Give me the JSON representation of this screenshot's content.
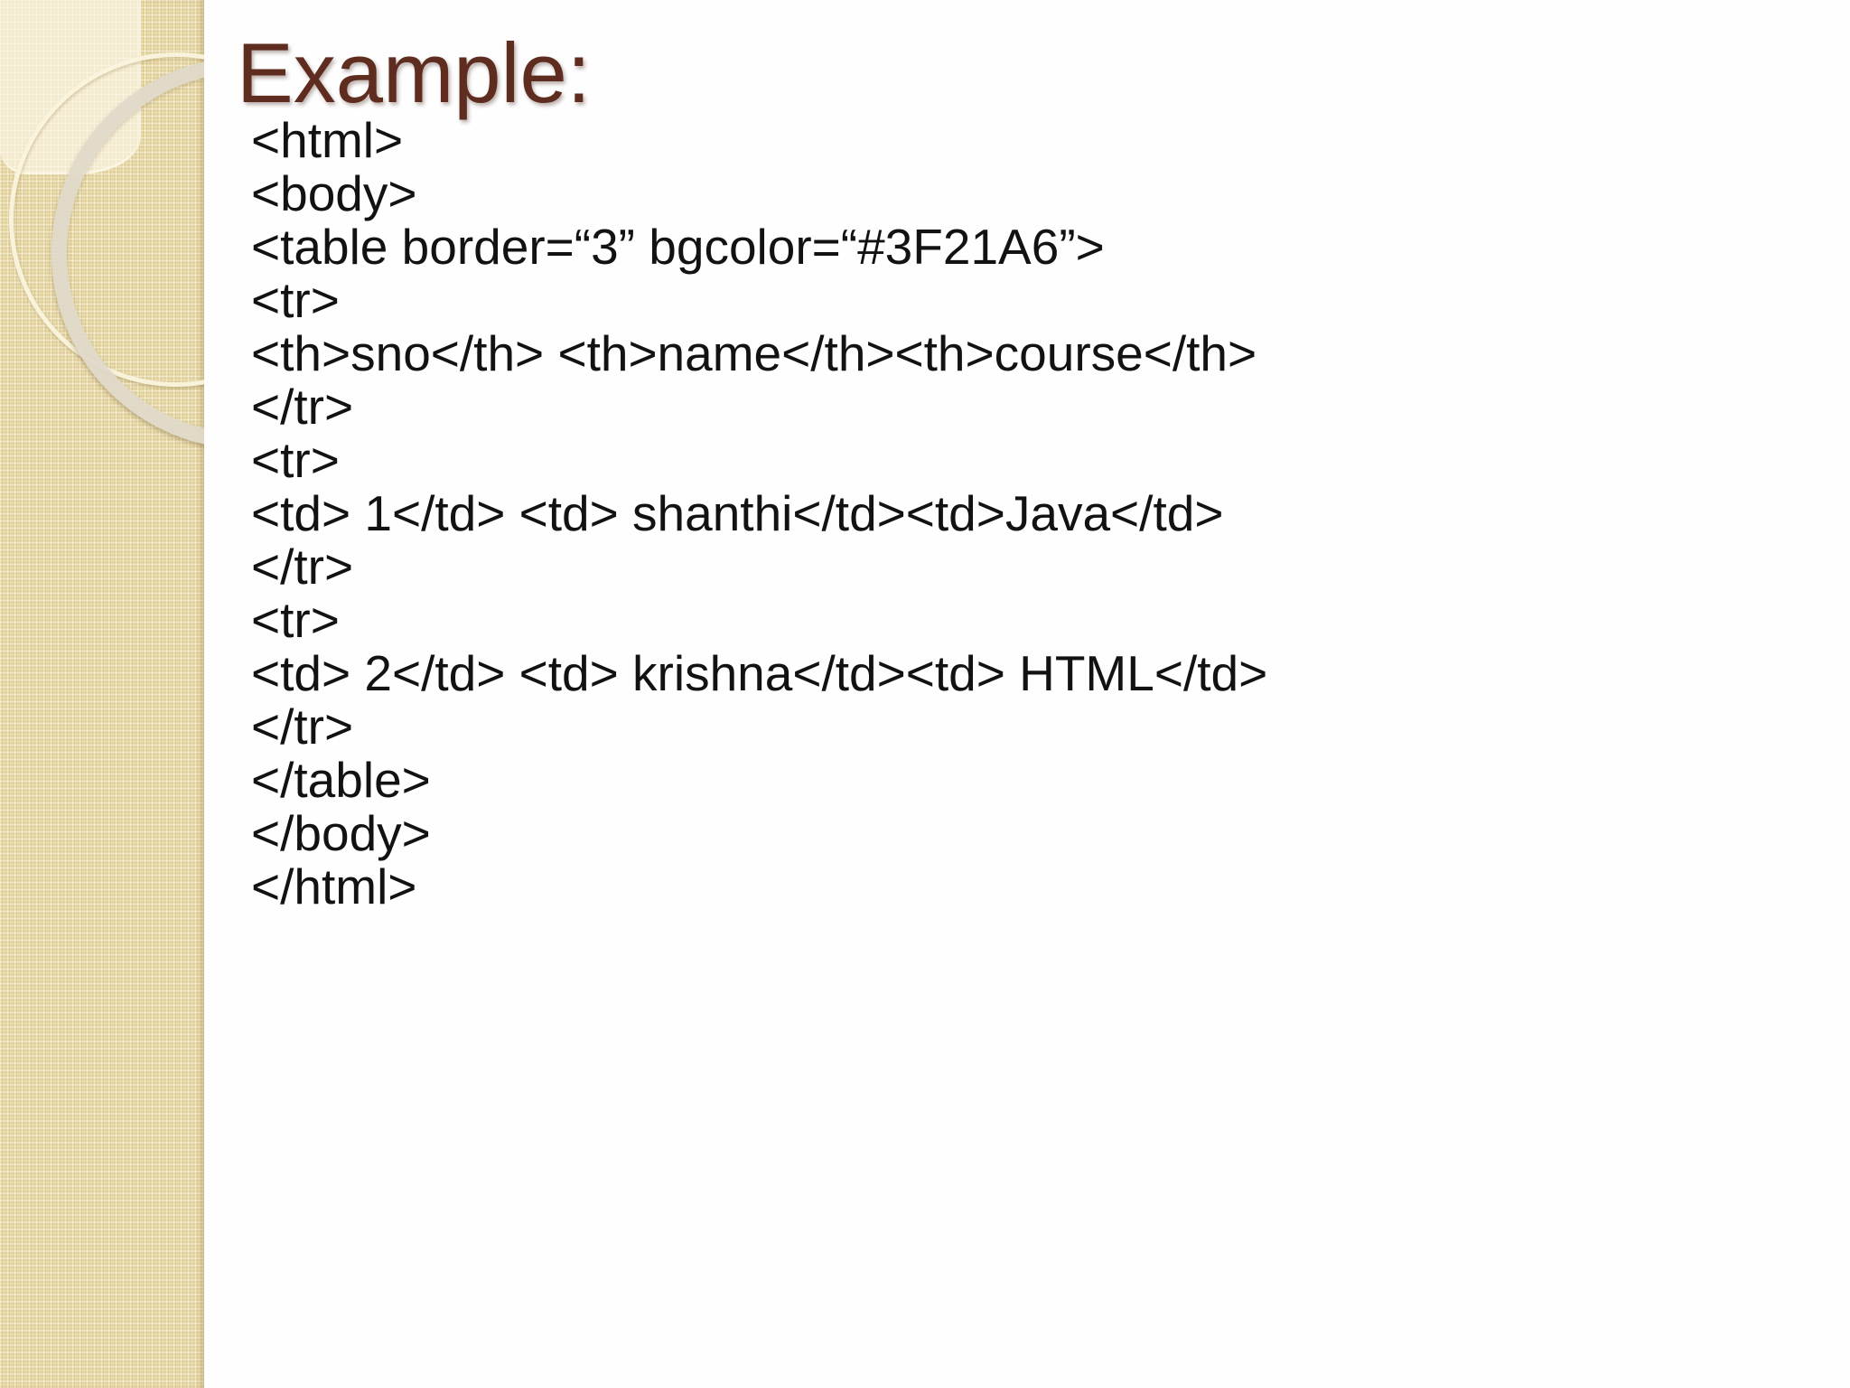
{
  "slide": {
    "title": "Example:"
  },
  "code": {
    "lines": [
      "<html>",
      "<body>",
      "<table border=“3” bgcolor=“#3F21A6”>",
      "<tr>",
      "<th>sno</th> <th>name</th><th>course</th>",
      "</tr>",
      "<tr>",
      "<td> 1</td> <td> shanthi</td><td>Java</td>",
      "</tr>",
      "<tr>",
      "<td> 2</td> <td> krishna</td><td> HTML</td>",
      "</tr>",
      "</table>",
      "</body>",
      "</html>"
    ]
  },
  "colors": {
    "title_text": "#5F2D1F",
    "code_text": "#121212",
    "sidebar_base": "#E9DCAE",
    "sidebar_light_patch": "#F4EDD8",
    "ring_thin": "#FAF3DD",
    "ring_thick": "#E0D9CA",
    "main_background": "#FEFEFE",
    "table_bgcolor_attribute_value": "#3F21A6"
  }
}
